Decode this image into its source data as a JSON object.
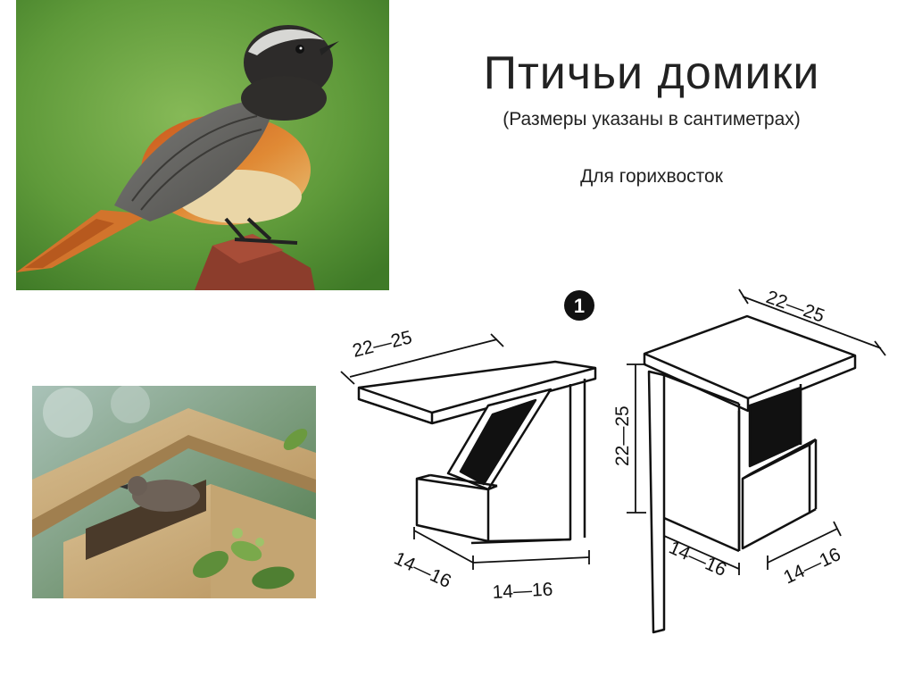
{
  "slide": {
    "title": "Птичьи домики",
    "subtitle": "(Размеры указаны в сантиметрах)",
    "section_label": "Для горихвосток"
  },
  "diagram": {
    "number": "1",
    "left_box": {
      "roof_dim": "22—25",
      "depth_dim": "14—16",
      "width_dim": "14—16"
    },
    "right_box": {
      "roof_dim": "22—25",
      "height_dim": "22—25",
      "depth_dim": "14—16",
      "width_dim": "14—16"
    }
  },
  "colors": {
    "photo_background": "#5f9a3a",
    "bird_orange": "#d9772a",
    "bird_grey": "#6b6b6b",
    "wood": "#c9a77a"
  }
}
